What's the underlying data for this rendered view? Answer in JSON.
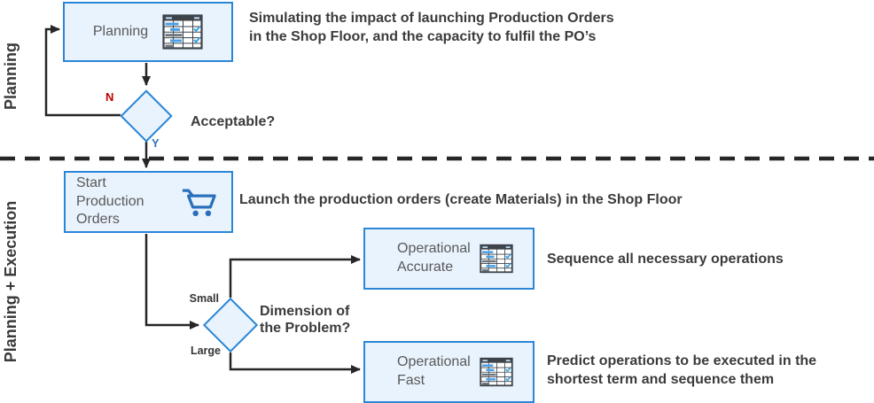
{
  "lane_labels": {
    "top": "Planning",
    "bottom": "Planning + Execution"
  },
  "planning_box": {
    "label": "Planning",
    "icon": "gantt-table-icon"
  },
  "acceptable_decision": {
    "question": "Acceptable?",
    "no": "N",
    "yes": "Y"
  },
  "start_orders_box": {
    "label": "Start Production Orders",
    "icon": "shopping-cart-icon"
  },
  "dimension_decision": {
    "question_line1": "Dimension of",
    "question_line2": "the Problem?",
    "small": "Small",
    "large": "Large"
  },
  "operational_accurate_box": {
    "label": "Operational Accurate",
    "icon": "gantt-table-icon"
  },
  "operational_fast_box": {
    "label": "Operational Fast",
    "icon": "gantt-table-icon"
  },
  "annotations": {
    "planning_line1": "Simulating the impact of launching Production Orders",
    "planning_line2": "in the Shop Floor, and the capacity to fulfil the PO’s",
    "start_orders": "Launch the production orders (create Materials) in the Shop Floor",
    "operational_accurate": "Sequence all necessary operations",
    "operational_fast_line1": "Predict operations to be executed in the",
    "operational_fast_line2": "shortest term and sequence them"
  },
  "colors": {
    "box_fill": "#e9f3fd",
    "box_border": "#2a86d6",
    "connector": "#262626",
    "dashed_divider": "#262626",
    "no_label": "#c00000",
    "yes_label": "#2e75b6",
    "annotation_text": "#3b3b3b",
    "box_label_text": "#595959",
    "icon_blue": "#2a6fbb"
  }
}
